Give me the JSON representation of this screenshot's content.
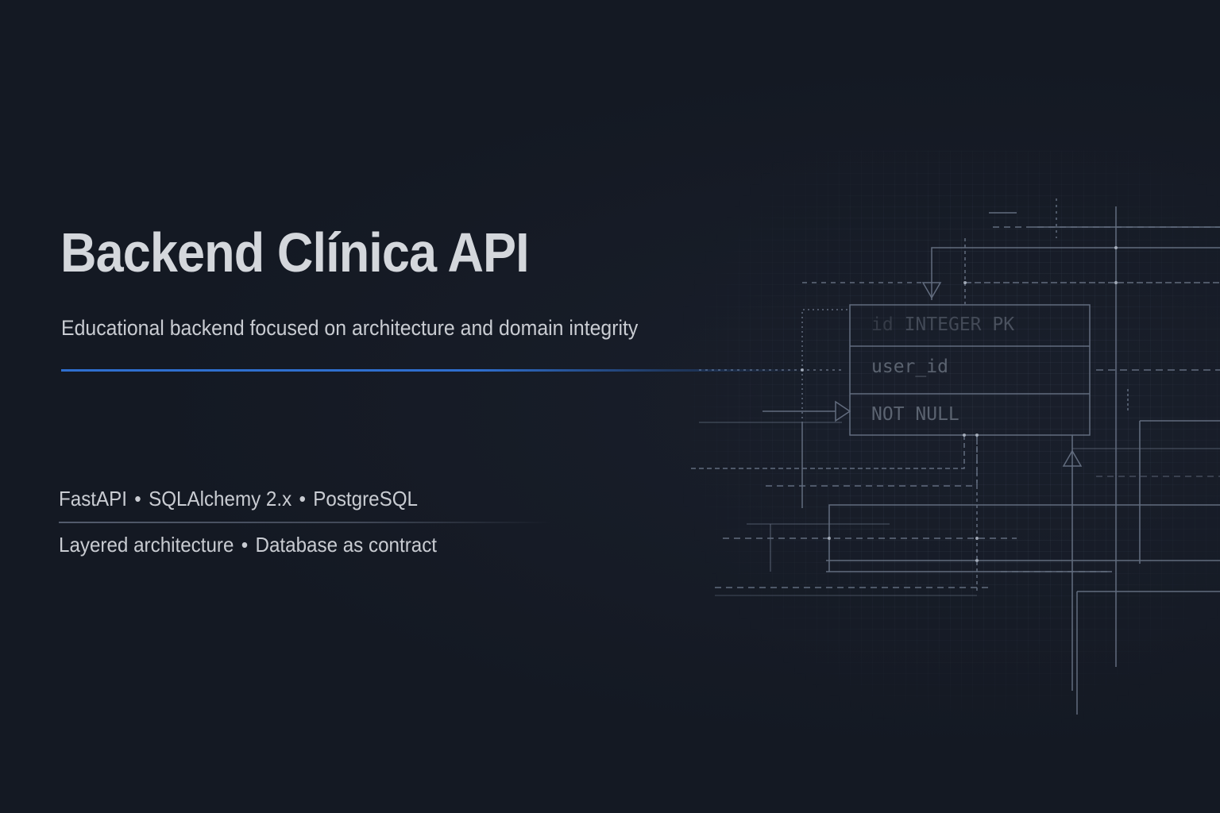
{
  "hero": {
    "title": "Backend Clínica API",
    "subtitle": "Educational backend focused on architecture and domain integrity"
  },
  "tech_stack": {
    "items": [
      "FastAPI",
      "SQLAlchemy 2.x",
      "PostgreSQL"
    ],
    "separator": "•"
  },
  "principles": {
    "items": [
      "Layered architecture",
      "Database as contract"
    ],
    "separator": "•"
  },
  "schema_diagram": {
    "rows": [
      {
        "name": "id",
        "type": "INTEGER",
        "constraint": "PK"
      },
      {
        "name": "user_id"
      },
      {
        "name": "NOT NULL"
      }
    ]
  },
  "colors": {
    "background": "#141923",
    "accent": "#2f6fcf",
    "text": "#d4d7dc",
    "diagram_lines": "#6f7a8c"
  }
}
